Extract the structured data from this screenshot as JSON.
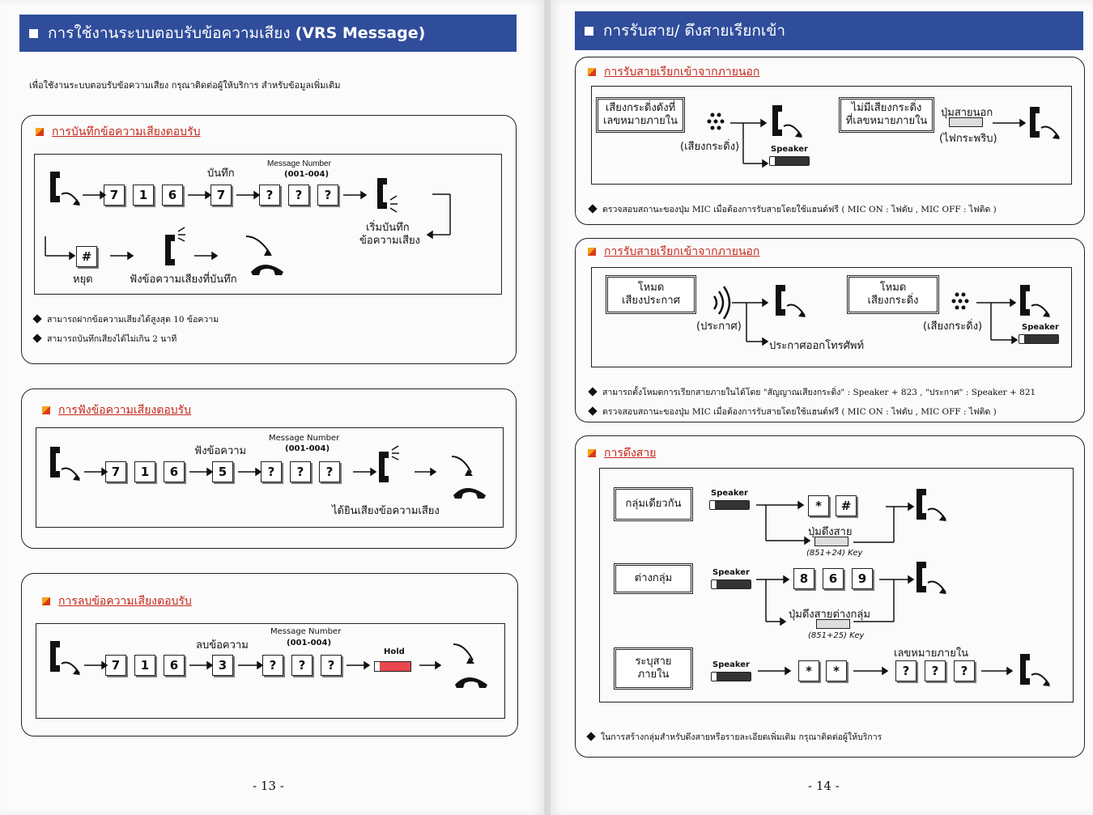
{
  "left": {
    "banner": {
      "thai": "การใช้งานระบบตอบรับข้อความเสียง",
      "english": "(VRS Message)"
    },
    "intro": "เพื่อใช้งานระบบตอบรับข้อความเสียง กรุณาติดต่อผู้ให้บริการ สำหรับข้อมูลเพิ่มเติม",
    "record": {
      "title": "การบันทึกข้อความเสียงตอบรับ",
      "label_record": "บันทึก",
      "message_number": "Message Number",
      "message_range": "(001-004)",
      "start_record_1": "เริ่มบันทึก",
      "start_record_2": "ข้อความเสียง",
      "stop": "หยุด",
      "listen_recorded": "ฟังข้อความเสียงที่บันทึก",
      "keys": [
        "7",
        "1",
        "6",
        "7",
        "?",
        "?",
        "?"
      ],
      "stop_key": "#",
      "notes": [
        "สามารถฝากข้อความเสียงได้สูงสุด 10 ข้อความ",
        "สามารถบันทึกเสียงได้ไม่เกิน 2 นาที"
      ]
    },
    "listen": {
      "title": "การฟังข้อความเสียงตอบรับ",
      "label_listen": "ฟังข้อความ",
      "message_number": "Message Number",
      "message_range": "(001-004)",
      "hear": "ได้ยินเสียงข้อความเสียง",
      "keys": [
        "7",
        "1",
        "6",
        "5",
        "?",
        "?",
        "?"
      ]
    },
    "delete": {
      "title": "การลบข้อความเสียงตอบรับ",
      "label_delete": "ลบข้อความ",
      "message_number": "Message Number",
      "message_range": "(001-004)",
      "hold": "Hold",
      "keys": [
        "7",
        "1",
        "6",
        "3",
        "?",
        "?",
        "?"
      ]
    },
    "page_number": "- 13 -"
  },
  "right": {
    "banner": "การรับสาย/ ดึงสายเรียกเข้า",
    "external": {
      "title": "การรับสายเรียกเข้าจากภายนอก",
      "ringing_1": "เสียงกระดิ่งดังที่",
      "ringing_2": "เลขหมายภายใน",
      "ring_sound": "(เสียงกระดิ่ง)",
      "speaker": "Speaker",
      "no_ring_1": "ไม่มีเสียงกระดิ่ง",
      "no_ring_2": "ที่เลขหมายภายใน",
      "outside_button": "ปุ่มสายนอก",
      "blink": "(ไฟกระพริบ)",
      "note": "ตรวจสอบสถานะของปุ่ม MIC เมื่อต้องการรับสายโดยใช้แฮนด์ฟรี  ( MIC ON :  ไฟดับ ,  MIC  OFF : ไฟติด )"
    },
    "internal": {
      "title": "การรับสายเรียกเข้าจากภายนอก",
      "mode_announce_1": "โหมด",
      "mode_announce_2": "เสียงประกาศ",
      "announce": "(ประกาศ)",
      "announce_out": "ประกาศออกโทรศัพท์",
      "mode_ring_1": "โหมด",
      "mode_ring_2": "เสียงกระดิ่ง",
      "ring_sound": "(เสียงกระดิ่ง)",
      "speaker": "Speaker",
      "notes": [
        "สามารถตั้งโหมดการเรียกสายภายในได้โดย  \"สัญญาณเสียงกระดิ่ง\" : Speaker + 823  ,  \"ประกาศ\" : Speaker + 821",
        "ตรวจสอบสถานะของปุ่ม MIC เมื่อต้องการรับสายโดยใช้แฮนด์ฟรี  ( MIC ON :  ไฟดับ ,  MIC  OFF : ไฟติด )"
      ]
    },
    "pickup": {
      "title": "การดึงสาย",
      "same_group": "กลุ่มเดียวกัน",
      "other_group": "ต่างกลุ่ม",
      "specific_1": "ระบุสาย",
      "specific_2": "ภายใน",
      "speaker": "Speaker",
      "keys_same": [
        "*",
        "#"
      ],
      "pickup_button": "ปุ่มดึงสาย",
      "key_same": "(851+24) Key",
      "keys_other": [
        "8",
        "6",
        "9"
      ],
      "pickup_other_button": "ปุ่มดึงสายต่างกลุ่ม",
      "key_other": "(851+25) Key",
      "keys_specific": [
        "*",
        "*"
      ],
      "extension_number": "เลขหมายภายใน",
      "keys_ext": [
        "?",
        "?",
        "?"
      ],
      "note": "ในการสร้างกลุ่มสำหรับดึงสายหรือรายละเอียดเพิ่มเติม กรุณาติดต่อผู้ให้บริการ"
    },
    "page_number": "- 14 -"
  }
}
